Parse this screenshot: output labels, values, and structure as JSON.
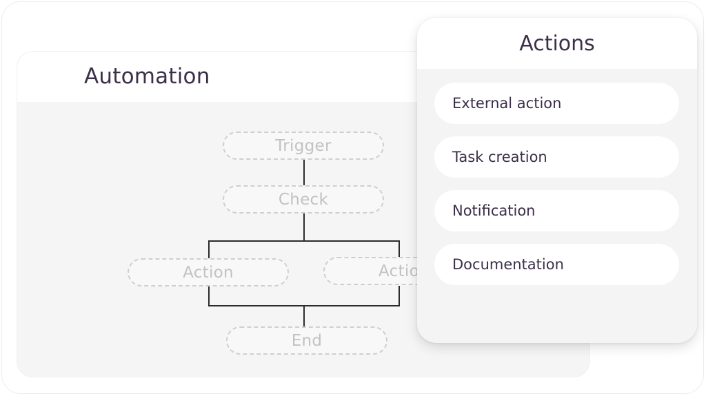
{
  "automation": {
    "title": "Automation",
    "flow": {
      "trigger": "Trigger",
      "check": "Check",
      "action_left": "Action",
      "action_right": "Action",
      "end": "End"
    }
  },
  "actions_panel": {
    "title": "Actions",
    "items": [
      {
        "label": "External action"
      },
      {
        "label": "Task creation"
      },
      {
        "label": "Notification"
      },
      {
        "label": "Documentation"
      }
    ]
  }
}
